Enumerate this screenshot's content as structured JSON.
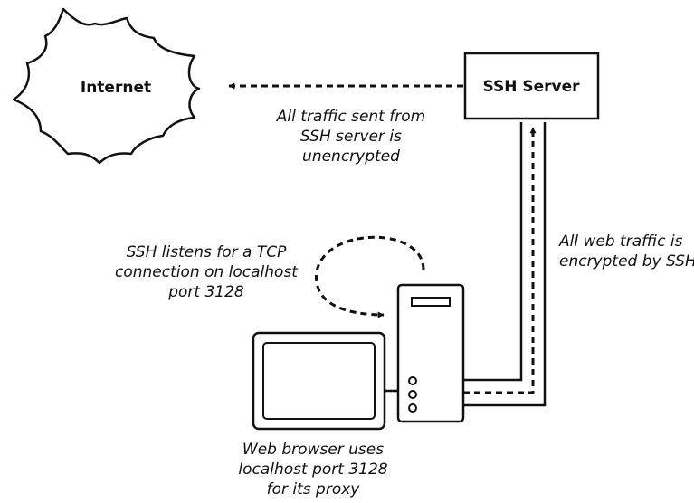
{
  "nodes": {
    "internet": "Internet",
    "ssh_server": "SSH Server"
  },
  "annotations": {
    "unencrypted": [
      "All traffic sent from",
      "SSH server is",
      "unencrypted"
    ],
    "encrypted": [
      "All web traffic is",
      "encrypted by SSH"
    ],
    "listens": [
      "SSH listens for a TCP",
      "connection on localhost",
      "port 3128"
    ],
    "browser": [
      "Web browser uses",
      "localhost port 3128",
      "for its proxy"
    ]
  }
}
